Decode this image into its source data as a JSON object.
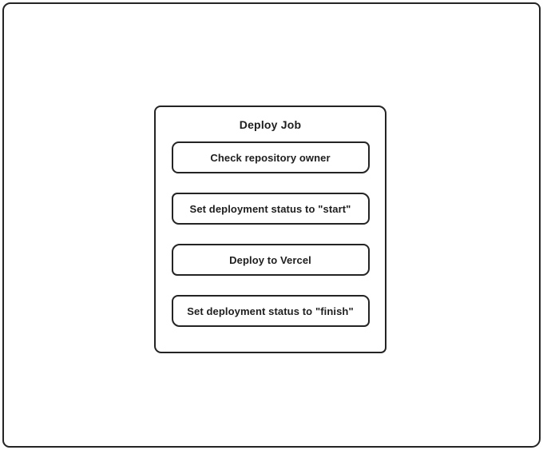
{
  "diagram": {
    "type": "flow-group",
    "title": "Deploy Job",
    "steps": [
      {
        "label": "Check repository owner"
      },
      {
        "label": "Set deployment status to \"start\""
      },
      {
        "label": "Deploy to Vercel"
      },
      {
        "label": "Set deployment status to \"finish\""
      }
    ],
    "colors": {
      "stroke": "#242424",
      "text": "#1e1e1e",
      "background": "#ffffff"
    }
  }
}
